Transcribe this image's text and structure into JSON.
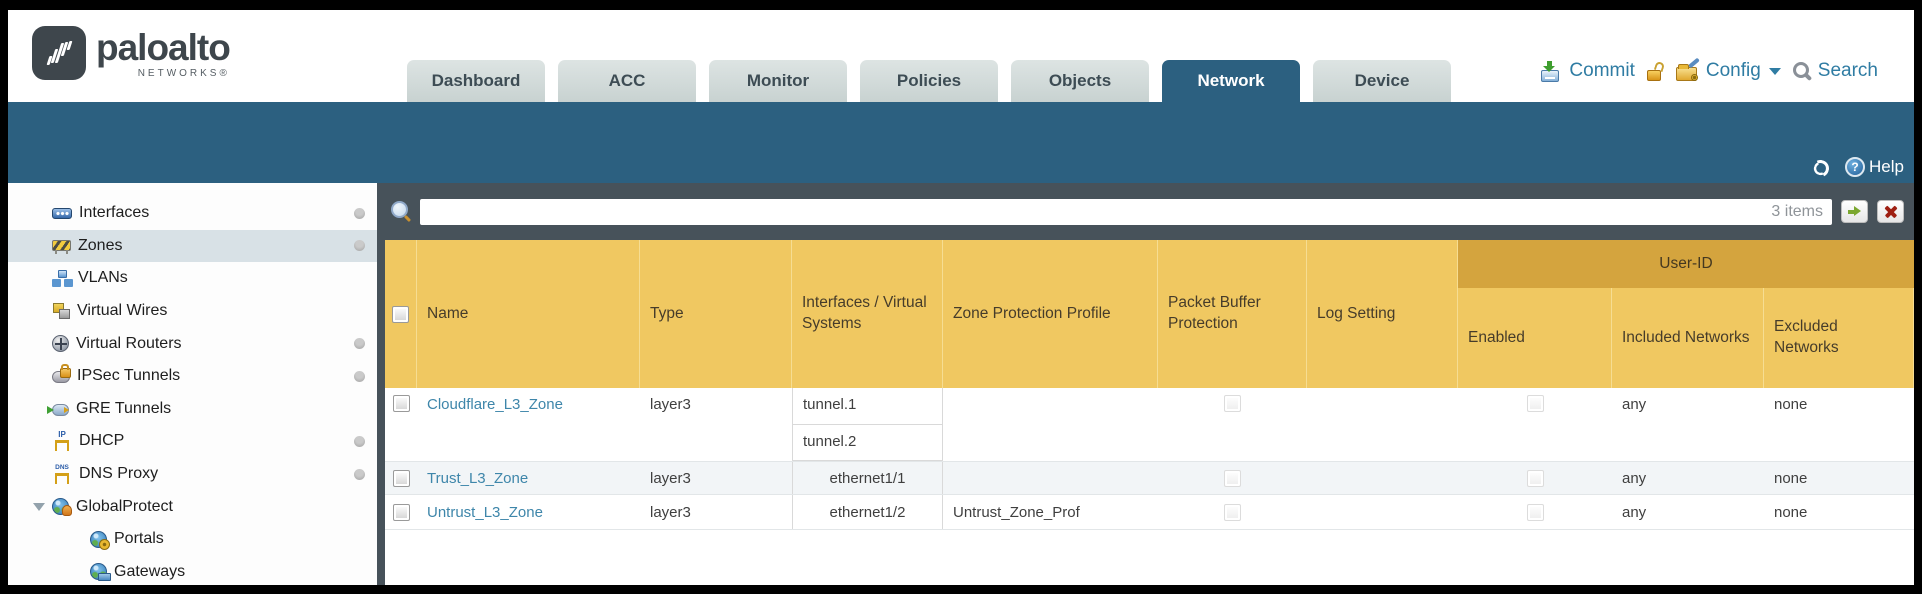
{
  "brand": {
    "name": "paloalto",
    "subtitle": "NETWORKS®"
  },
  "nav_tabs": [
    {
      "label": "Dashboard"
    },
    {
      "label": "ACC"
    },
    {
      "label": "Monitor"
    },
    {
      "label": "Policies"
    },
    {
      "label": "Objects"
    },
    {
      "label": "Network",
      "active": true
    },
    {
      "label": "Device"
    }
  ],
  "utilities": {
    "commit_label": "Commit",
    "config_label": "Config",
    "search_label": "Search"
  },
  "teal_bar": {
    "help_label": "Help"
  },
  "icons": {
    "help_glyph": "?",
    "dhcp_glyph": "IP",
    "dns_glyph": "DNS"
  },
  "filter_bar": {
    "search_value": "",
    "items_count": "3 items"
  },
  "sidebar": {
    "items": [
      {
        "label": "Interfaces",
        "icon": "interfaces-icon",
        "has_dot": true
      },
      {
        "label": "Zones",
        "icon": "zones-icon",
        "has_dot": true,
        "selected": true
      },
      {
        "label": "VLANs",
        "icon": "vlans-icon"
      },
      {
        "label": "Virtual Wires",
        "icon": "virtual-wires-icon"
      },
      {
        "label": "Virtual Routers",
        "icon": "virtual-routers-icon",
        "has_dot": true
      },
      {
        "label": "IPSec Tunnels",
        "icon": "ipsec-tunnels-icon",
        "has_dot": true
      },
      {
        "label": "GRE Tunnels",
        "icon": "gre-tunnels-icon"
      },
      {
        "label": "DHCP",
        "icon": "dhcp-icon",
        "has_dot": true
      },
      {
        "label": "DNS Proxy",
        "icon": "dns-proxy-icon",
        "has_dot": true
      },
      {
        "label": "GlobalProtect",
        "icon": "globalprotect-icon",
        "expanded": true
      },
      {
        "label": "Portals",
        "icon": "portals-icon",
        "child": true
      },
      {
        "label": "Gateways",
        "icon": "gateways-icon",
        "child": true
      }
    ]
  },
  "table": {
    "columns": [
      "Name",
      "Type",
      "Interfaces / Virtual Systems",
      "Zone Protection Profile",
      "Packet Buffer Protection",
      "Log Setting",
      "Enabled",
      "Included Networks",
      "Excluded Networks"
    ],
    "group_header": "User-ID",
    "rows": [
      {
        "name": "Cloudflare_L3_Zone",
        "type": "layer3",
        "interfaces": [
          "tunnel.1",
          "tunnel.2"
        ],
        "zone_protection_profile": "",
        "log_setting": "",
        "included_networks": "any",
        "excluded_networks": "none"
      },
      {
        "name": "Trust_L3_Zone",
        "type": "layer3",
        "interfaces": [
          "ethernet1/1"
        ],
        "zone_protection_profile": "",
        "log_setting": "",
        "included_networks": "any",
        "excluded_networks": "none"
      },
      {
        "name": "Untrust_L3_Zone",
        "type": "layer3",
        "interfaces": [
          "ethernet1/2"
        ],
        "zone_protection_profile": "Untrust_Zone_Prof",
        "log_setting": "",
        "included_networks": "any",
        "excluded_networks": "none"
      }
    ]
  }
}
